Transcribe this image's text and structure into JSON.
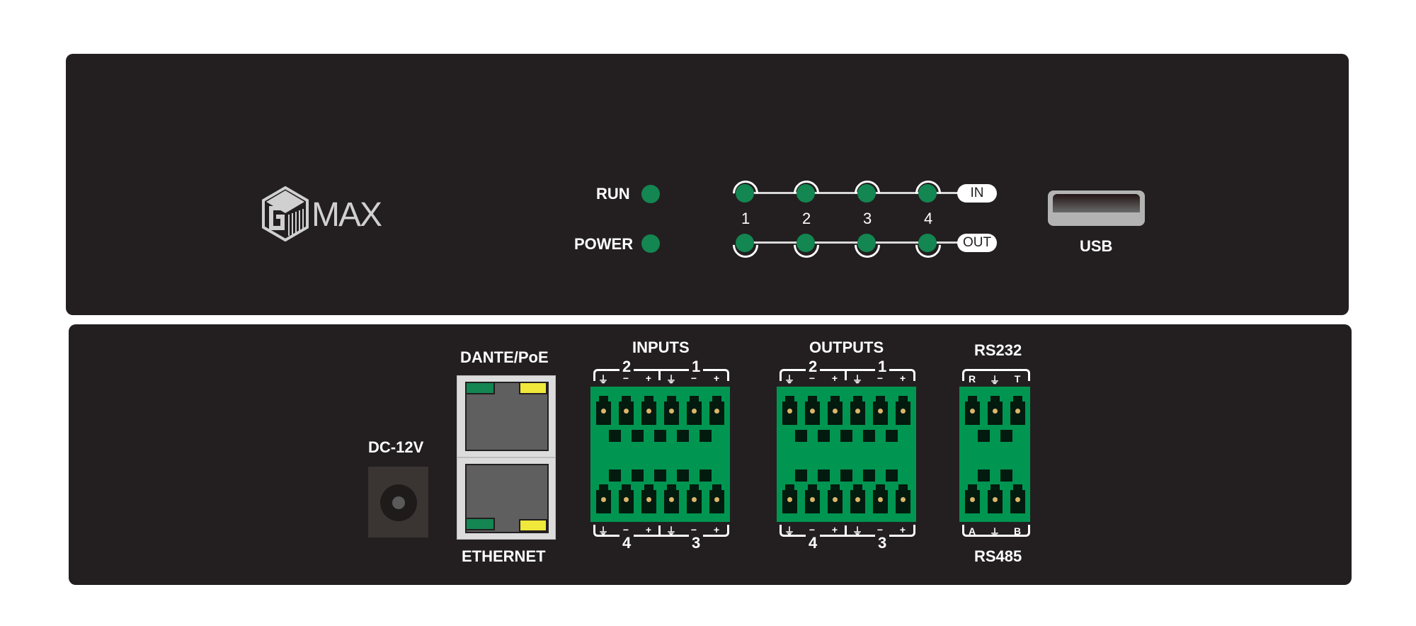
{
  "device": {
    "brand": "MAX",
    "logo_icon": "gmax-hexagon-logo-icon"
  },
  "front_panel": {
    "status_leds": [
      {
        "label": "RUN",
        "color": "#138651"
      },
      {
        "label": "POWER",
        "color": "#138651"
      }
    ],
    "channel_numbers": [
      "1",
      "2",
      "3",
      "4"
    ],
    "in_row": {
      "label": "IN",
      "leds": 4
    },
    "out_row": {
      "label": "OUT",
      "leds": 4
    },
    "usb": {
      "label": "USB"
    }
  },
  "rear_panel": {
    "dc": {
      "label": "DC-12V"
    },
    "network": {
      "top_label": "DANTE/PoE",
      "bottom_label": "ETHERNET"
    },
    "inputs": {
      "label": "INPUTS",
      "top_groups": [
        "2",
        "1"
      ],
      "bottom_groups": [
        "4",
        "3"
      ],
      "pin_labels": [
        "⏚",
        "−",
        "+",
        "⏚",
        "−",
        "+"
      ]
    },
    "outputs": {
      "label": "OUTPUTS",
      "top_groups": [
        "2",
        "1"
      ],
      "bottom_groups": [
        "4",
        "3"
      ],
      "pin_labels": [
        "⏚",
        "−",
        "+",
        "⏚",
        "−",
        "+"
      ]
    },
    "serial": {
      "top_label": "RS232",
      "bottom_label": "RS485",
      "top_pins": [
        "R",
        "⏚",
        "T"
      ],
      "bottom_pins": [
        "A",
        "⏚",
        "B"
      ]
    }
  },
  "colors": {
    "panel": "#231f20",
    "led_green": "#138651",
    "terminal_green": "#009651",
    "link_yellow": "#f0e83a"
  }
}
